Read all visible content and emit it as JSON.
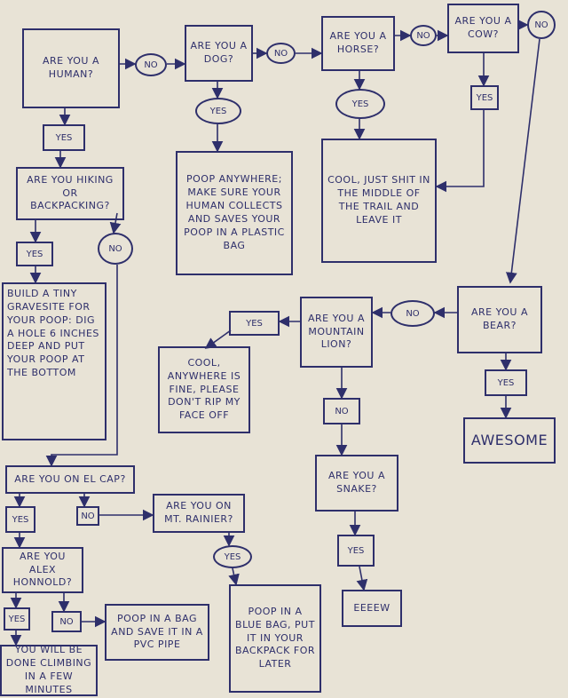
{
  "q_human": "Are you a human?",
  "no_human": "No",
  "q_dog": "Are you a dog?",
  "no_dog": "No",
  "q_horse": "Are you a horse?",
  "no_horse": "No",
  "q_cow": "Are you a cow?",
  "no_cow": "No",
  "yes_human": "Yes",
  "yes_dog": "Yes",
  "yes_horse": "Yes",
  "yes_cow": "Yes",
  "a_dog": "Poop anywhere; make sure your human collects and saves your poop in a plastic bag",
  "a_horse": "Cool, just shit in the middle of the trail and leave it",
  "q_hiking": "Are you hiking or backpacking?",
  "yes_hiking": "Yes",
  "no_hiking": "No",
  "a_hiking": "Build a tiny gravesite for your poop: dig a hole 6 inches deep and put your poop at the bottom",
  "q_lion": "Are you a mountain lion?",
  "no_bear": "No",
  "yes_lion": "Yes",
  "a_lion": "Cool, anywhere is fine, please don't rip my face off",
  "q_bear": "Are you a bear?",
  "yes_bear": "Yes",
  "a_bear": "Awesome",
  "no_lion": "No",
  "q_snake": "Are you a snake?",
  "yes_snake": "Yes",
  "a_snake": "Eeeew",
  "q_elcap": "Are you on El Cap?",
  "yes_elcap": "Yes",
  "no_elcap": "No",
  "q_rainier": "Are you on Mt. Rainier?",
  "yes_rainier": "Yes",
  "a_rainier": "Poop in a blue bag, put it in your backpack for later",
  "q_alex": "Are you Alex Honnold?",
  "yes_alex": "Yes",
  "no_alex": "No",
  "a_alex_no": "Poop in a bag and save it in a PVC pipe",
  "a_alex_yes": "You will be done climbing in a few minutes",
  "colors": {
    "ink": "#2e2f6b",
    "paper": "#e8e3d6"
  }
}
